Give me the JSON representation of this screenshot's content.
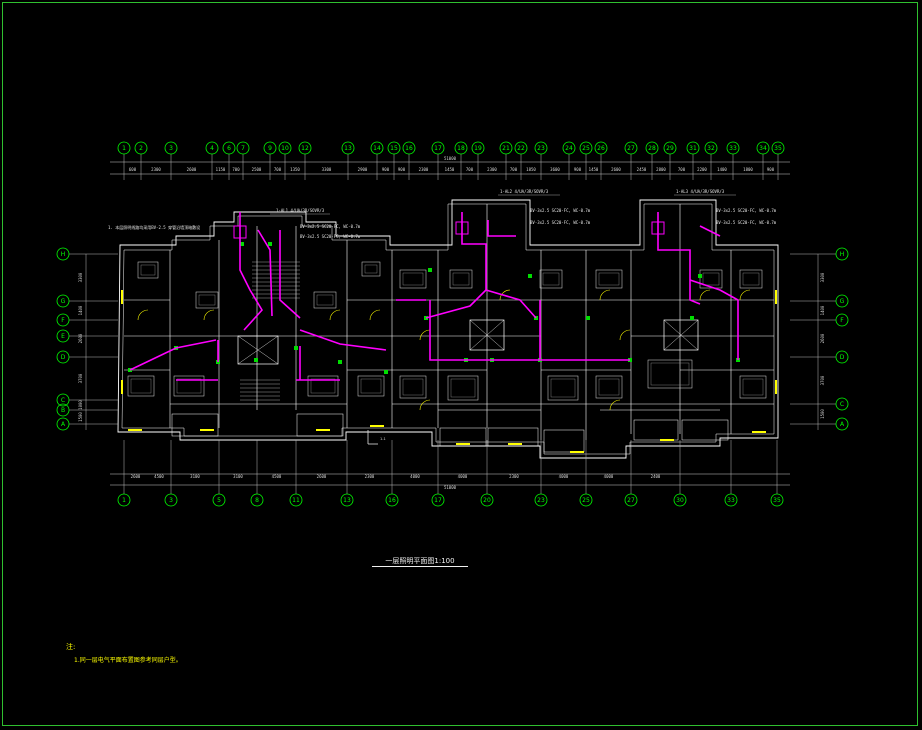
{
  "drawing": {
    "title": "一层照明平面图1:100",
    "notes_heading": "注:",
    "notes": [
      "1.同一层电气平面布置图参考同层户型。"
    ]
  },
  "axes_top": [
    "1",
    "2",
    "3",
    "4",
    "6",
    "7",
    "9",
    "10",
    "12",
    "13",
    "14",
    "15",
    "16",
    "17",
    "18",
    "19",
    "21",
    "22",
    "23",
    "24",
    "25",
    "26",
    "27",
    "28",
    "29",
    "31",
    "32",
    "33",
    "34",
    "35"
  ],
  "axes_bottom": [
    "1",
    "3",
    "5",
    "8",
    "11",
    "13",
    "16",
    "17",
    "20",
    "23",
    "25",
    "27",
    "30",
    "33",
    "35"
  ],
  "axes_left": [
    "H",
    "G",
    "F",
    "E",
    "D",
    "C",
    "B",
    "A"
  ],
  "axes_right": [
    "H",
    "G",
    "F",
    "D",
    "C",
    "A"
  ],
  "dims_top": [
    "600",
    "2300",
    "2600",
    "1150",
    "700",
    "2500",
    "700",
    "1350",
    "3300",
    "2900",
    "900",
    "900",
    "2300",
    "1450",
    "700",
    "2300",
    "700",
    "1850",
    "3600",
    "900",
    "1450",
    "2600",
    "2450",
    "2800",
    "700",
    "2200",
    "1400",
    "1800",
    "900"
  ],
  "dims_bottom": [
    "2600",
    "4500",
    "3100",
    "3100",
    "4500",
    "2600",
    "2300",
    "4000",
    "4000",
    "2300",
    "4000",
    "4000",
    "2400"
  ],
  "dims_total": [
    "51000",
    "51000"
  ],
  "dims_left": [
    "3300",
    "1400",
    "2600",
    "3700",
    "1000",
    "1500"
  ],
  "dims_right": [
    "3300",
    "1400",
    "2600",
    "3700",
    "1500"
  ],
  "riser_labels": [
    "1-AL1 4/UA/3R/SOVR/3",
    "1-AL2 4/UA/3R/SOVR/3",
    "1-AL3 4/UA/3R/SOVR/3"
  ],
  "cable_notes": [
    "BV-3x2.5 SC20-FC, WC-0.7m",
    "BV-3x2.5 SC20-FC, WC-0.7m",
    "BV-3x2.5 SC20-FC, WC-0.7m",
    "BV-3x2.5 SC20-FC, WC-0.7m",
    "BV-3x2.5 SC20-FC, WC-0.7m",
    "BV-3x2.5 SC20-FC, WC-0.7m"
  ],
  "side_note": "1. 本层照明线路均采用BV-2.5 穿管沿墙顶暗敷设",
  "section_mark": "1-1",
  "colors": {
    "background": "#000000",
    "axis_bubble": "#00ff00",
    "wall": "#ffffff",
    "wire": "#ff00ff",
    "fixture": "#ffff00",
    "text": "#d8d8d8"
  }
}
